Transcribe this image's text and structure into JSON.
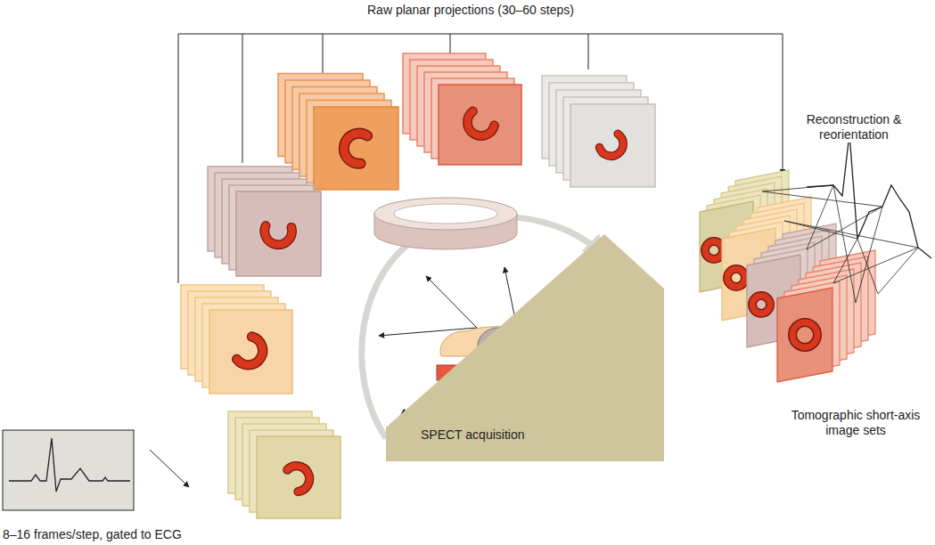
{
  "diagram": {
    "nodes": [
      {
        "text": [
          "SPECT acquisition"
        ]
      }
    ],
    "labels": [
      "Raw planar projections (30–60 steps)",
      "Reconstruction & reorientation",
      "Tomographic short-axis image sets",
      "8–16 frames/step, gated to ECG"
    ]
  }
}
